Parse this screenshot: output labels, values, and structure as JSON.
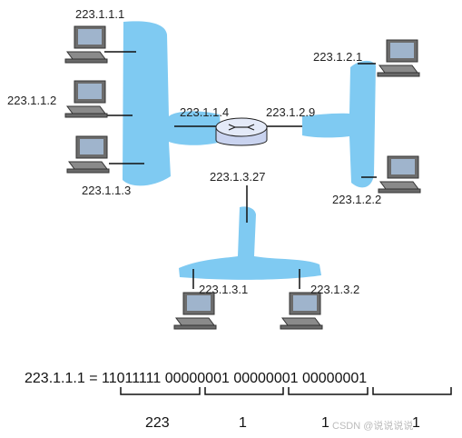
{
  "router": {
    "name": "router-icon"
  },
  "hosts": {
    "h111": "223.1.1.1",
    "h112": "223.1.1.2",
    "h113": "223.1.1.3",
    "h121": "223.1.2.1",
    "h122": "223.1.2.2",
    "h131": "223.1.3.1",
    "h132": "223.1.3.2"
  },
  "interfaces": {
    "r_if1": "223.1.1.4",
    "r_if2": "223.1.2.9",
    "r_if3": "223.1.3.27"
  },
  "binary": {
    "ip": "223.1.1.1",
    "eq": "=",
    "octets": [
      "11011111",
      "00000001",
      "00000001",
      "00000001"
    ],
    "decimals": [
      "223",
      "1",
      "1",
      "1"
    ]
  },
  "watermark": "CSDN @说说说说",
  "colors": {
    "subnet": "#7fcaf2",
    "router": "#dfe6f7",
    "monitor": "#5a5a5a",
    "screen": "#8fa7c2"
  }
}
